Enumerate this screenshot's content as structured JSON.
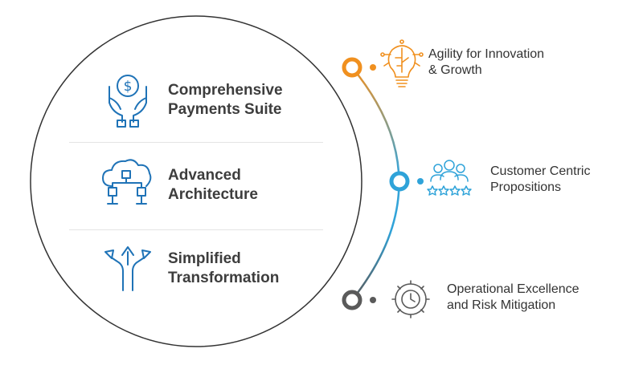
{
  "pillars": [
    {
      "line1": "Comprehensive",
      "line2": "Payments Suite",
      "icon": "hands-dollar-icon"
    },
    {
      "line1": "Advanced",
      "line2": "Architecture",
      "icon": "cloud-architecture-icon"
    },
    {
      "line1": "Simplified",
      "line2": "Transformation",
      "icon": "diverging-arrows-icon"
    }
  ],
  "benefits": [
    {
      "line1": "Agility for Innovation",
      "line2": "& Growth",
      "icon": "lightbulb-circuit-icon",
      "color": "#f0901f"
    },
    {
      "line1": "Customer Centric",
      "line2": "Propositions",
      "icon": "customers-stars-icon",
      "color": "#2fa3d9"
    },
    {
      "line1": "Operational Excellence",
      "line2": "and Risk Mitigation",
      "icon": "gear-clock-icon",
      "color": "#5a5a5a"
    }
  ],
  "colors": {
    "pillar_icon": "#1f73b7",
    "circle_stroke": "#333333"
  }
}
